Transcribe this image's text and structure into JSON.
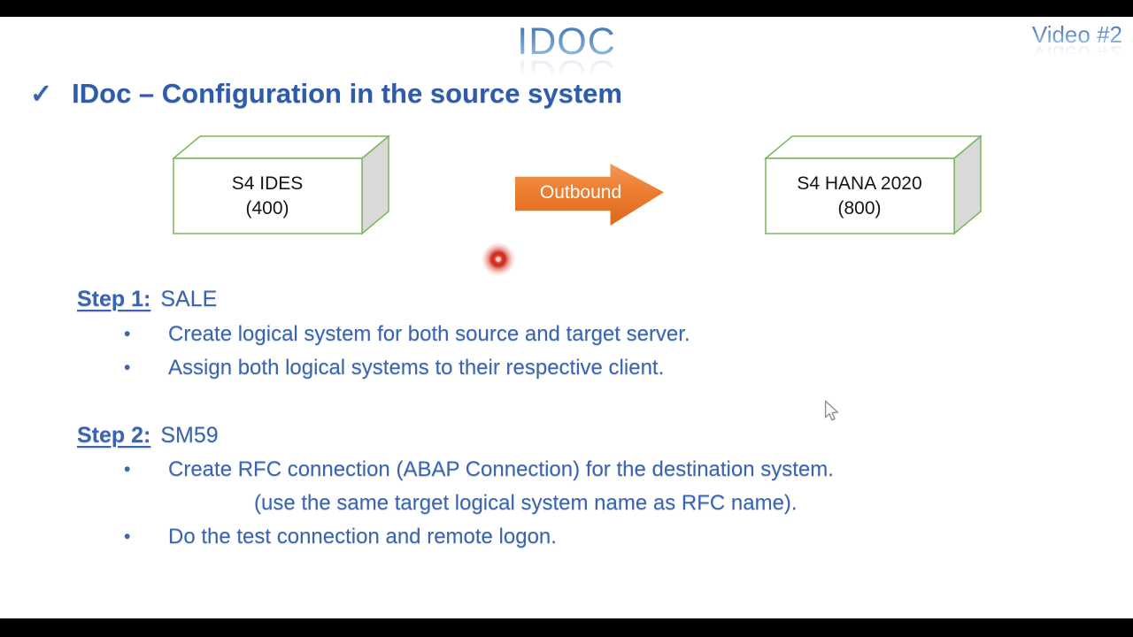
{
  "title": "IDOC",
  "video_label": "Video #2",
  "heading": {
    "checkmark": "✓",
    "text": "IDoc – Configuration in the source system"
  },
  "diagram": {
    "source_box": {
      "name": "S4 IDES",
      "client": "(400)"
    },
    "arrow": {
      "label": "Outbound",
      "direction": "right"
    },
    "target_box": {
      "name": "S4 HANA 2020",
      "client": "(800)"
    }
  },
  "steps": [
    {
      "label": "Step 1:",
      "code": "SALE",
      "bullets": [
        "Create logical system for both source and target server.",
        "Assign both logical systems to their respective client."
      ]
    },
    {
      "label": "Step 2:",
      "code": "SM59",
      "bullets": [
        "Create RFC connection (ABAP Connection) for the destination system.",
        "Do the test connection and remote logon."
      ],
      "note": "(use the same target logical system name as RFC name)."
    }
  ],
  "glyphs": {
    "bullet": "•"
  },
  "colors": {
    "accent_blue": "#3a64ad",
    "heading_blue": "#2f5ca8",
    "title_gradient_top": "#3f6fae",
    "title_gradient_bottom": "#a9c8e8",
    "box_green": "#7cb55e",
    "side_gray": "#d9d9d9",
    "arrow_orange": "#ed7d31",
    "text_black": "#141414",
    "laser_red": "#c92a1d",
    "bar_black": "#000000"
  }
}
